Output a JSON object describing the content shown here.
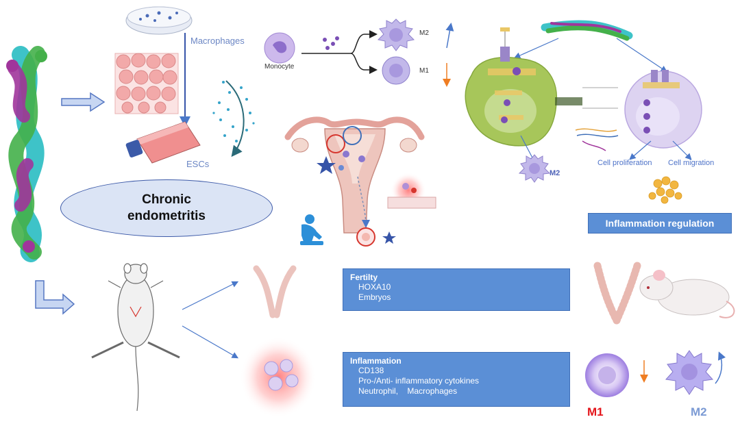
{
  "labels": {
    "macrophages": "Macrophages",
    "escs": "ESCs",
    "monocyte": "Monocyte",
    "m2_top": "M2",
    "m1_top": "M1",
    "m2_cell": "M2",
    "cell_proliferation": "Cell proliferation",
    "cell_migration": "Cell migration"
  },
  "chronic_endometritis": {
    "line1": "Chronic",
    "line2": "endometritis"
  },
  "inflammation_regulation": "Inflammation  regulation",
  "fertility_box": {
    "heading": "Fertilty",
    "items": [
      "HOXA10",
      "Embryos"
    ]
  },
  "inflammation_box": {
    "heading": "Inflammation",
    "item1": "CD138",
    "item2": "Pro-/Anti- inflammatory cytokines",
    "item3_pre": "Neutrophil,",
    "item3_post": "Macrophages"
  },
  "bottom_right": {
    "m1": "M1",
    "m2": "M2"
  },
  "colors": {
    "panel_blue": "#5b8fd6",
    "panel_border": "#3f6fb8",
    "m1_red": "#e4151b",
    "m2_blue": "#7b9ad4",
    "cell_green": "#a7c65a",
    "cell_purple": "#c9bde6"
  }
}
